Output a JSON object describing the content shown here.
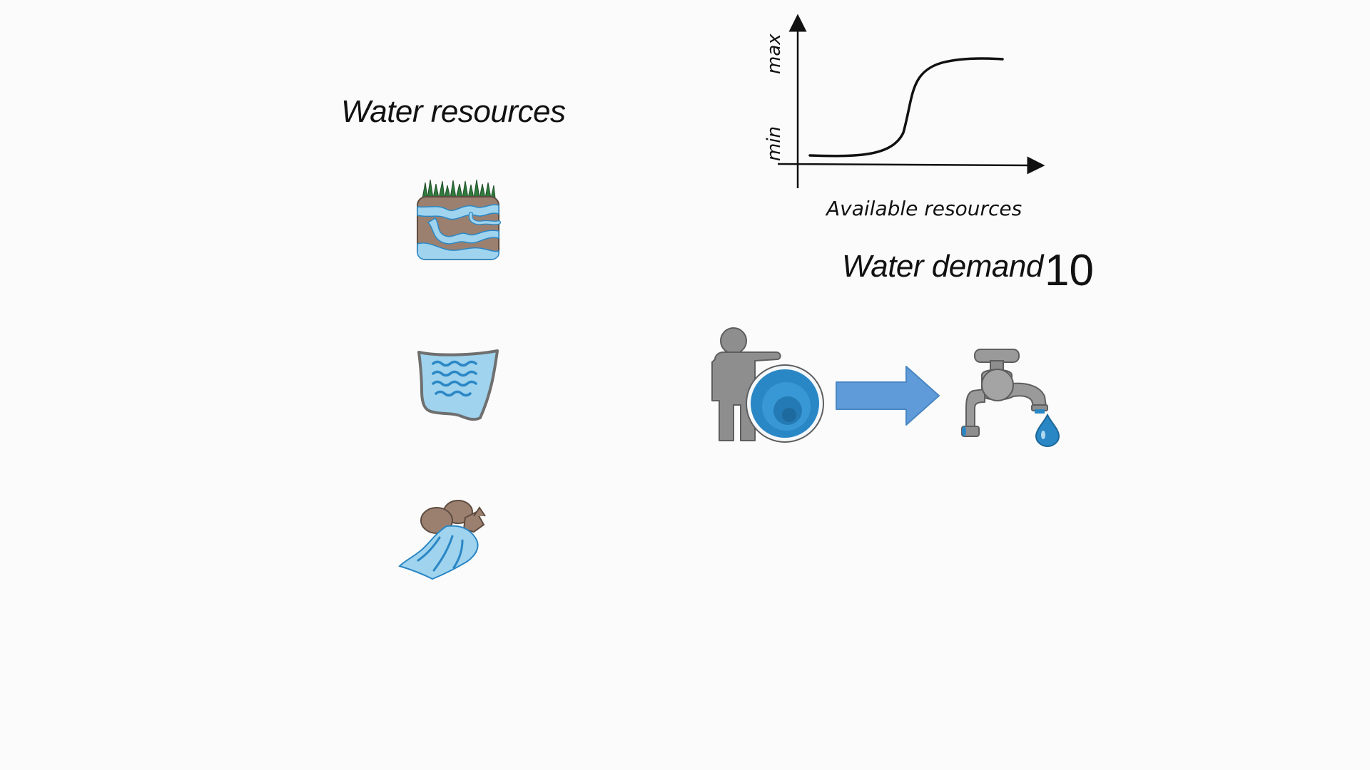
{
  "resources": {
    "title": "Water resources",
    "items": [
      {
        "icon": "soil-groundwater-icon"
      },
      {
        "icon": "lake-reservoir-icon"
      },
      {
        "icon": "river-stream-icon"
      }
    ]
  },
  "chart_data": {
    "type": "line",
    "title": "",
    "xlabel": "Available resources",
    "ylabel_top": "max",
    "ylabel_bottom": "min",
    "shape": "sigmoid",
    "grid": false,
    "legend": ""
  },
  "demand": {
    "title": "Water demand",
    "value": "10",
    "icons": [
      "person-with-water-icon",
      "arrow-right-icon",
      "water-tap-icon"
    ]
  },
  "colors": {
    "water": "#9fd3ee",
    "water_dark": "#2a87c5",
    "soil": "#9b8070",
    "grass": "#2f7a3c",
    "arrow": "#5f9bd8",
    "gray": "#8e8e8e"
  }
}
